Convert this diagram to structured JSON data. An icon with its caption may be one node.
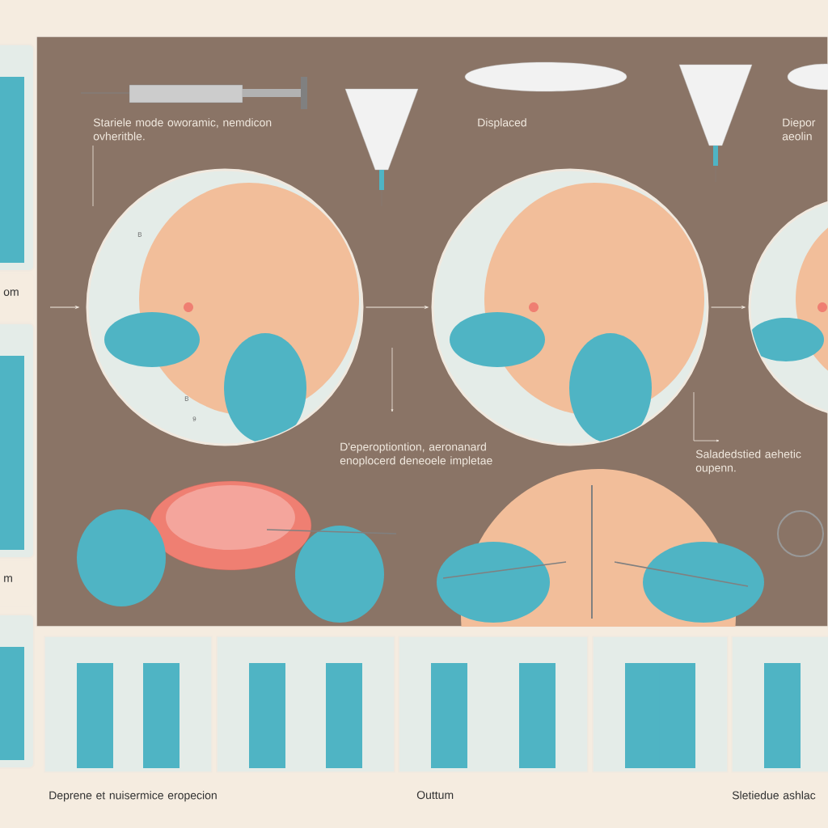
{
  "diagram": {
    "nodes": [
      {
        "text": [],
        "shape": "circle"
      },
      {
        "text": [],
        "shape": "circle"
      },
      {
        "text": [],
        "shape": "circle"
      }
    ],
    "edges": [
      {
        "from": null,
        "to": 0,
        "arrow": "to"
      },
      {
        "from": 0,
        "to": 1,
        "arrow": "to"
      },
      {
        "from": 1,
        "to": 2,
        "arrow": "to"
      }
    ],
    "labels": [
      "Stariele mode oworamic, nemdicon ovheritble.",
      "Displaced",
      "Diepor aeolin",
      "om",
      "B",
      "B",
      "9",
      "D'eperoptiontion, aeronanard enoplocerd deneoele impletae",
      "Saladedstied aehetic oupenn.",
      "m",
      "Deprene et nuisermice eropecion",
      "Outtum",
      "Sletiedue ashlac"
    ]
  }
}
